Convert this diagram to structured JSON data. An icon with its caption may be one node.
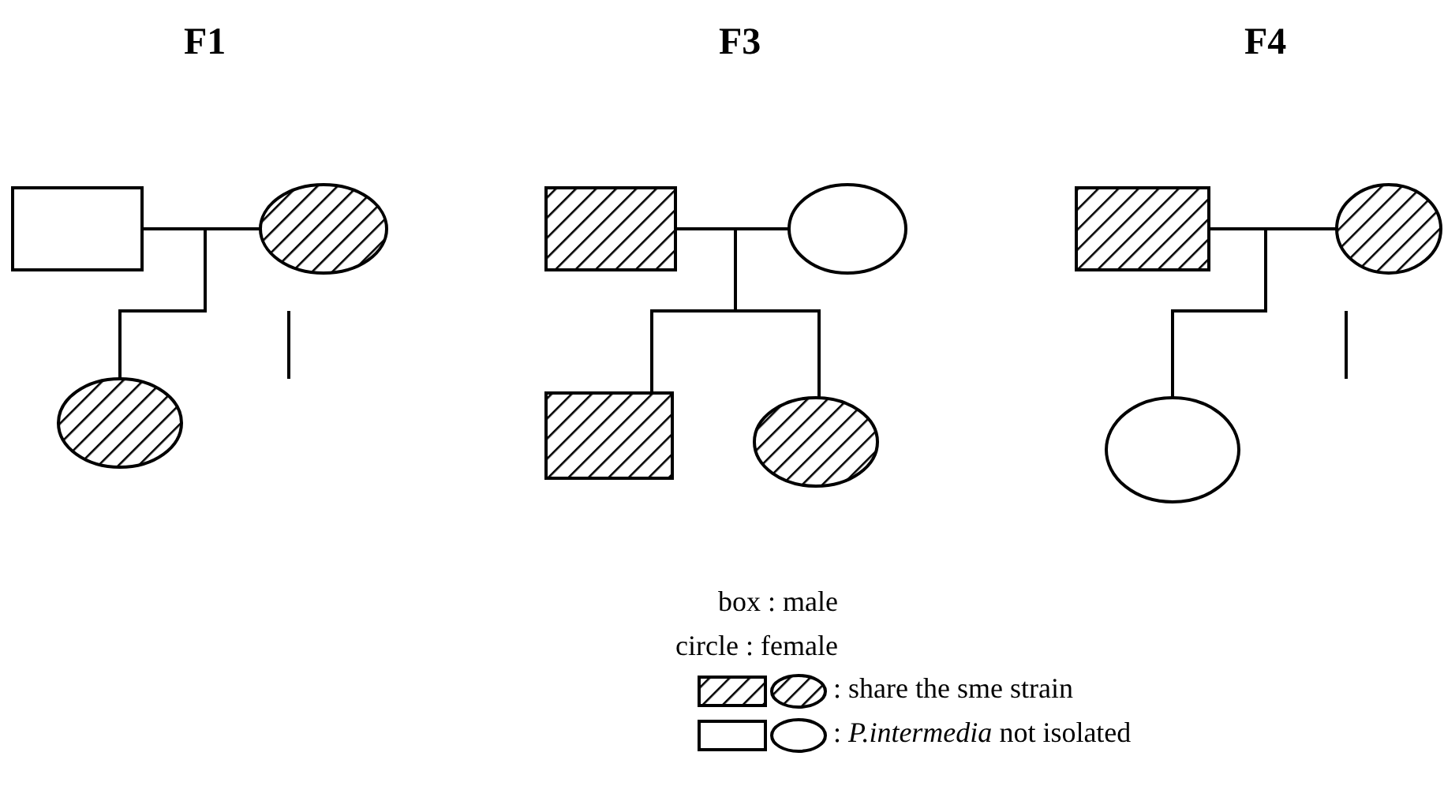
{
  "diagram": {
    "nodes": [
      {
        "text": [],
        "shape": "box"
      },
      {
        "text": [],
        "shape": "circle"
      },
      {
        "text": [],
        "shape": "circle"
      },
      {
        "text": [],
        "shape": "box"
      },
      {
        "text": [],
        "shape": "circle"
      },
      {
        "text": [],
        "shape": "box"
      },
      {
        "text": [],
        "shape": "circle"
      },
      {
        "text": [],
        "shape": "box"
      },
      {
        "text": [],
        "shape": "circle"
      },
      {
        "text": [],
        "shape": "circle"
      }
    ],
    "edges": [
      {
        "from": 0,
        "to": 1,
        "arrow": "none"
      },
      {
        "from": null,
        "to": 2,
        "arrow": "none"
      },
      {
        "from": 3,
        "to": 4,
        "arrow": "none"
      },
      {
        "from": null,
        "to": 5,
        "arrow": "none"
      },
      {
        "from": null,
        "to": 6,
        "arrow": "none"
      },
      {
        "from": 7,
        "to": 8,
        "arrow": "none"
      },
      {
        "from": null,
        "to": 9,
        "arrow": "none"
      }
    ],
    "labels": [
      "F1",
      "F3",
      "F4"
    ],
    "legend": [
      {
        "text": "box : male"
      },
      {
        "text": "circle : female"
      },
      {
        "text": ": share the sme strain"
      },
      {
        "text": ": *P.intermedia* not isolated"
      }
    ]
  }
}
